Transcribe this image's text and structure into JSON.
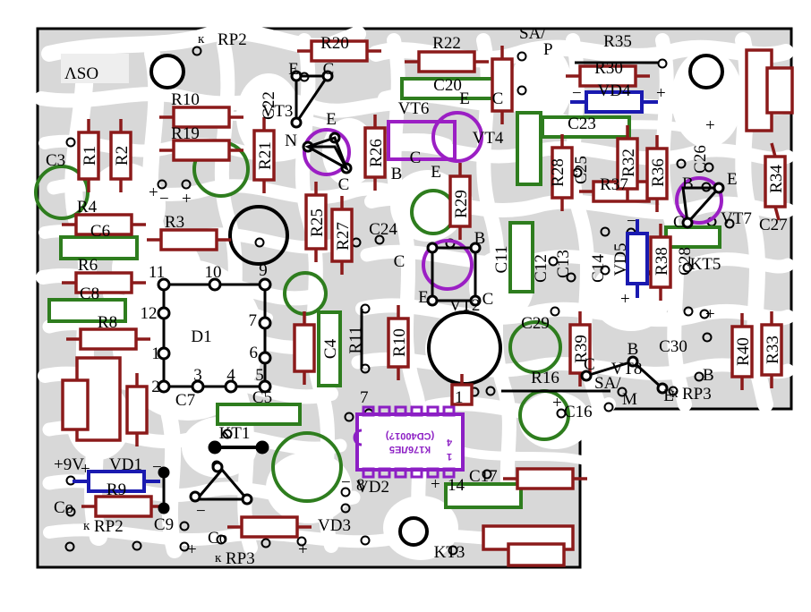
{
  "diagram": {
    "title": "PCB component placement layout",
    "board_fill": "#d8d8d8",
    "board_outline": "#000000",
    "trace_color": "#ffffff",
    "resistor_color": "#8b1a1a",
    "capacitor_color": "#2e7d1e",
    "diode_color": "#1a1ab0",
    "transistor_color": "#9b1fc4",
    "ic_color": "#8c1fc4",
    "pad_color": "#000000",
    "watermark": "ΛSO"
  },
  "ic": {
    "part_line1": "К176ЛЕ5",
    "part_line2": "(CD4001?)",
    "pin_top_left": "7",
    "pin_top_right": "1",
    "pin_bottom_left": "8",
    "pin_bottom_right": "14",
    "notch_left": "4",
    "notch_right": "1"
  },
  "d1": {
    "name": "D1",
    "pins": [
      "11",
      "10",
      "9",
      "12",
      "7",
      "1",
      "6",
      "2",
      "3",
      "4",
      "5"
    ]
  },
  "resistors": [
    {
      "id": "R1"
    },
    {
      "id": "R2"
    },
    {
      "id": "R3"
    },
    {
      "id": "R4"
    },
    {
      "id": "R6"
    },
    {
      "id": "R8"
    },
    {
      "id": "R9"
    },
    {
      "id": "R10"
    },
    {
      "id": "R11"
    },
    {
      "id": "R16"
    },
    {
      "id": "R19"
    },
    {
      "id": "R20"
    },
    {
      "id": "R21"
    },
    {
      "id": "R22"
    },
    {
      "id": "R25"
    },
    {
      "id": "R26"
    },
    {
      "id": "R27"
    },
    {
      "id": "R28"
    },
    {
      "id": "R29"
    },
    {
      "id": "R30"
    },
    {
      "id": "R32"
    },
    {
      "id": "R33"
    },
    {
      "id": "R34"
    },
    {
      "id": "R35"
    },
    {
      "id": "R36"
    },
    {
      "id": "R37"
    },
    {
      "id": "R38"
    },
    {
      "id": "R39"
    },
    {
      "id": "R40"
    },
    {
      "id": "R10b"
    }
  ],
  "capacitors": [
    {
      "id": "C3"
    },
    {
      "id": "C4"
    },
    {
      "id": "C5"
    },
    {
      "id": "C6"
    },
    {
      "id": "C7"
    },
    {
      "id": "C8"
    },
    {
      "id": "C9"
    },
    {
      "id": "C11"
    },
    {
      "id": "C12"
    },
    {
      "id": "C13"
    },
    {
      "id": "C14"
    },
    {
      "id": "C16"
    },
    {
      "id": "C17"
    },
    {
      "id": "C20"
    },
    {
      "id": "C22"
    },
    {
      "id": "C23"
    },
    {
      "id": "C24"
    },
    {
      "id": "C25"
    },
    {
      "id": "C26"
    },
    {
      "id": "C27"
    },
    {
      "id": "C28"
    },
    {
      "id": "C29"
    },
    {
      "id": "C30"
    }
  ],
  "transistors": [
    {
      "id": "VT2",
      "pins": [
        "B",
        "C",
        "E"
      ]
    },
    {
      "id": "VT3",
      "pins": [
        "E",
        "C"
      ]
    },
    {
      "id": "VT4",
      "pins": [
        "E",
        "C"
      ]
    },
    {
      "id": "VT6",
      "pins": [
        "B",
        "C",
        "E"
      ]
    },
    {
      "id": "VT7",
      "pins": [
        "B",
        "E",
        "C"
      ]
    },
    {
      "id": "VT8",
      "pins": [
        "B",
        "C",
        "E"
      ]
    },
    {
      "id": "VT5",
      "pins": [
        "N",
        "E",
        "C"
      ]
    }
  ],
  "diodes": [
    {
      "id": "VD1",
      "neg": "−",
      "pos": "+"
    },
    {
      "id": "VD2"
    },
    {
      "id": "VD3"
    },
    {
      "id": "VD4",
      "neg": "−",
      "pos": "+"
    },
    {
      "id": "VD5"
    }
  ],
  "test_points": [
    "KT1",
    "KT3",
    "KT5"
  ],
  "connectors": [
    {
      "label": "к RP2",
      "prefix": "к",
      "name": "RP2"
    },
    {
      "label": "к RP3",
      "prefix": "к",
      "name": "RP3"
    },
    {
      "label": "SA/P",
      "top": "SA/",
      "bottom": "P"
    },
    {
      "label": "SA/M",
      "top": "SA/",
      "bottom": "M"
    },
    {
      "label": "+9V"
    },
    {
      "label": "Со"
    }
  ],
  "labels": {
    "supply": "+9V",
    "co": "Со",
    "k": "к",
    "rp2": "RP2",
    "rp3": "RP3",
    "sa": "SA/",
    "p": "P",
    "m": "M",
    "plus": "+",
    "minus": "−"
  },
  "texts": {
    "R1": "R1",
    "R2": "R2",
    "R3": "R3",
    "R4": "R4",
    "R6": "R6",
    "R8": "R8",
    "R9": "R9",
    "R10": "R10",
    "R10b": "R10",
    "R11": "R11",
    "R16": "R16",
    "R19": "R19",
    "R20": "R20",
    "R21": "R21",
    "R22": "R22",
    "R25": "R25",
    "R26": "R26",
    "R27": "R27",
    "R28": "R28",
    "R29": "R29",
    "R30": "R30",
    "R32": "R32",
    "R33": "R33",
    "R34": "R34",
    "R35": "R35",
    "R36": "R36",
    "R37": "R37",
    "R38": "R38",
    "R39": "R39",
    "R40": "R40",
    "C3": "C3",
    "C4": "C4",
    "C5": "C5",
    "C6": "C6",
    "C7": "C7",
    "C8": "C8",
    "C9": "C9",
    "C11": "C11",
    "C12": "C12",
    "C13": "C13",
    "C14": "C14",
    "C16": "C16",
    "C17": "C17",
    "C20": "C20",
    "C22": "C22",
    "C23": "C23",
    "C24": "C24",
    "C25": "C25",
    "C26": "C26",
    "C27": "C27",
    "C28": "C28",
    "C29": "C29",
    "C30": "C30",
    "VT2": "VT2",
    "VT3": "VT3",
    "VT4": "VT4",
    "VT6": "VT6",
    "VT7": "VT7",
    "VT8": "VT8",
    "VD1": "VD1",
    "VD2": "VD2",
    "VD3": "VD3",
    "VD4": "VD4",
    "VD5": "VD5",
    "KT1": "KT1",
    "KT3": "KT3",
    "KT5": "KT5",
    "D1": "D1",
    "B": "B",
    "C": "C",
    "E": "E",
    "N": "N"
  }
}
